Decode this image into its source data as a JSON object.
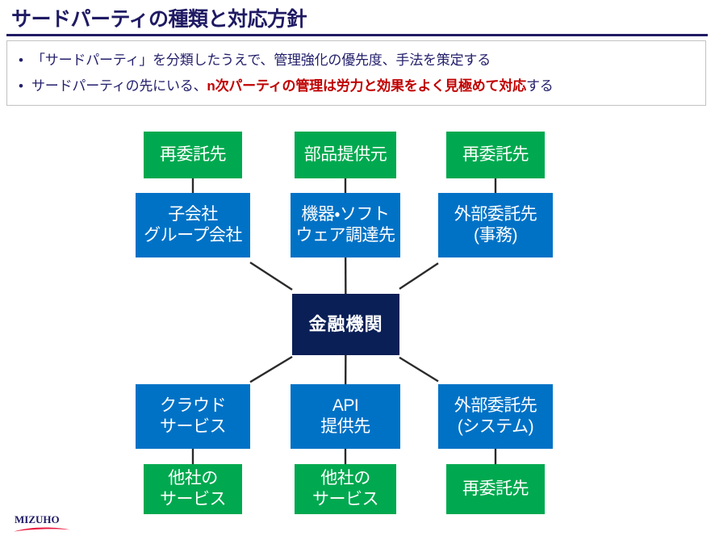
{
  "slide": {
    "title": "サードパーティの種類と対応方針",
    "accent_navy": "#1f1a63",
    "accent_red": "#c00000",
    "green": "#00a94f",
    "blue": "#0072c6",
    "dark_navy": "#0a1f56"
  },
  "bullets": [
    {
      "marker": "•",
      "segments": [
        {
          "text": "「サードパーティ」を分類したうえで、管理強化の優先度、手法を策定する",
          "highlight": false
        }
      ]
    },
    {
      "marker": "•",
      "segments": [
        {
          "text": "サードパーティの先にいる、",
          "highlight": false
        },
        {
          "text": "n次パーティの管理は労力と効果をよく見極めて対応",
          "highlight": true
        },
        {
          "text": "する",
          "highlight": false
        }
      ]
    }
  ],
  "diagram": {
    "type": "hub-and-spoke",
    "center": {
      "id": "center",
      "label": "金融機関",
      "color": "navy"
    },
    "nodes": [
      {
        "id": "top-left-green",
        "label": "再委託先",
        "color": "green"
      },
      {
        "id": "top-mid-green",
        "label": "部品提供元",
        "color": "green"
      },
      {
        "id": "top-right-green",
        "label": "再委託先",
        "color": "green"
      },
      {
        "id": "top-left-blue",
        "label": "子会社\nグループ会社",
        "color": "blue"
      },
      {
        "id": "top-mid-blue",
        "label": "機器・ソフト\nウェア調達先",
        "color": "blue"
      },
      {
        "id": "top-right-blue",
        "label": "外部委託先\n(事務)",
        "color": "blue"
      },
      {
        "id": "bottom-left-blue",
        "label": "クラウド\nサービス",
        "color": "blue"
      },
      {
        "id": "bottom-mid-blue",
        "label": "API\n提供先",
        "color": "blue"
      },
      {
        "id": "bottom-right-blue",
        "label": "外部委託先\n(システム)",
        "color": "blue"
      },
      {
        "id": "bottom-left-green",
        "label": "他社の\nサービス",
        "color": "green"
      },
      {
        "id": "bottom-mid-green",
        "label": "他社の\nサービス",
        "color": "green"
      },
      {
        "id": "bottom-right-green",
        "label": "再委託先",
        "color": "green"
      }
    ],
    "edges": [
      {
        "from": "top-left-green",
        "to": "top-left-blue"
      },
      {
        "from": "top-mid-green",
        "to": "top-mid-blue"
      },
      {
        "from": "top-right-green",
        "to": "top-right-blue"
      },
      {
        "from": "top-left-blue",
        "to": "center"
      },
      {
        "from": "top-mid-blue",
        "to": "center"
      },
      {
        "from": "top-right-blue",
        "to": "center"
      },
      {
        "from": "center",
        "to": "bottom-left-blue"
      },
      {
        "from": "center",
        "to": "bottom-mid-blue"
      },
      {
        "from": "center",
        "to": "bottom-right-blue"
      },
      {
        "from": "bottom-left-blue",
        "to": "bottom-left-green"
      },
      {
        "from": "bottom-mid-blue",
        "to": "bottom-mid-green"
      },
      {
        "from": "bottom-right-blue",
        "to": "bottom-right-green"
      }
    ]
  },
  "footer": {
    "logo_text": "MIZUHO"
  }
}
